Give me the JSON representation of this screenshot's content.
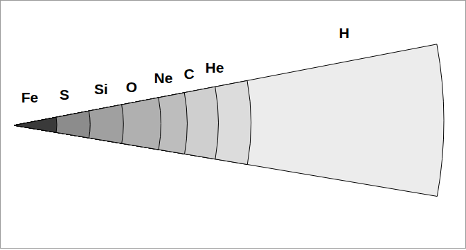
{
  "diagram": {
    "labels": [
      "Fe",
      "S",
      "Si",
      "O",
      "Ne",
      "C",
      "He",
      "H"
    ]
  }
}
